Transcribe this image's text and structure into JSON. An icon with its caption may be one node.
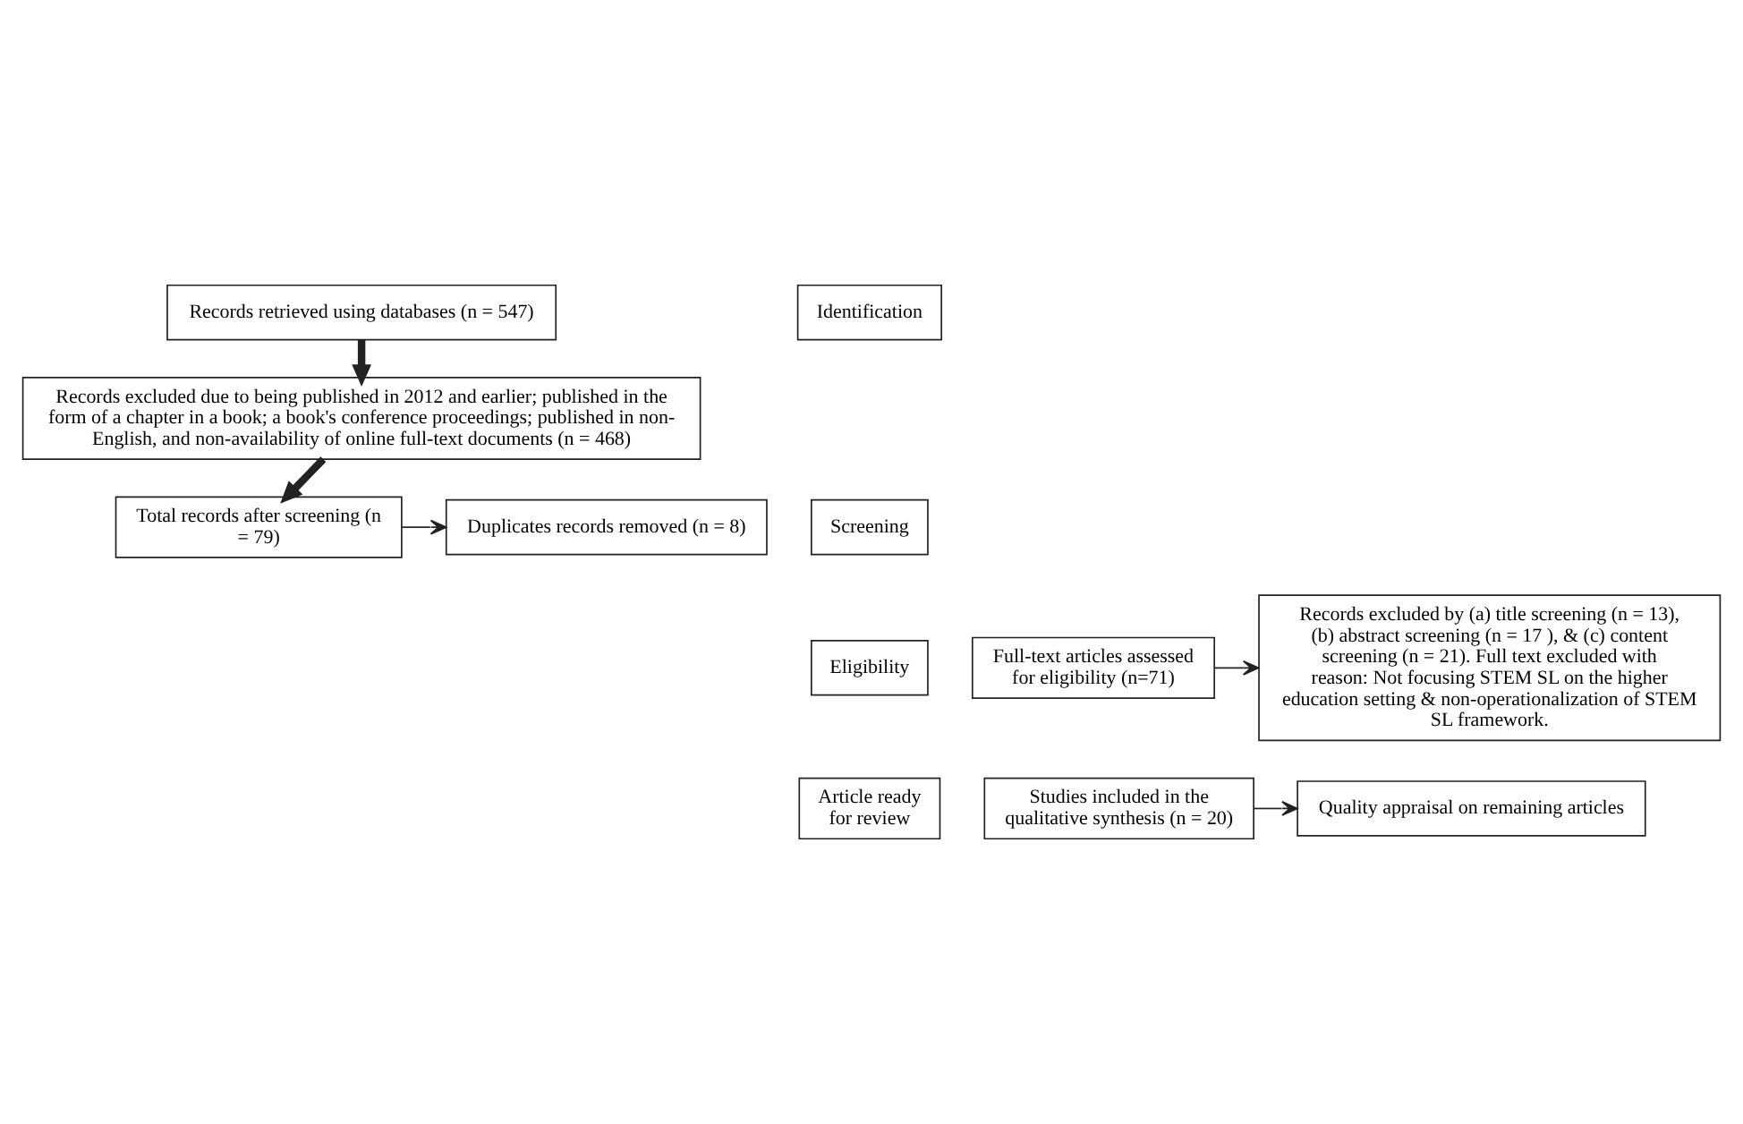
{
  "diagram": {
    "nodes": [
      {
        "text": [
          "Identification"
        ]
      },
      {
        "text": [
          "Records retrieved using databases (n = 547)"
        ]
      },
      {
        "text": [
          "Records excluded due to being published in 2012 and earlier; published in the form of a chapter in a book; a book's conference proceedings; published in non-English, and non-availability of online full-text documents (n = 468)"
        ]
      },
      {
        "text": [
          "Screening"
        ]
      },
      {
        "text": [
          "Total records after screening (n = 79)"
        ]
      },
      {
        "text": [
          "Duplicates records removed (n = 8)"
        ]
      },
      {
        "text": [
          "Eligibility"
        ]
      },
      {
        "text": [
          "Full-text articles assessed for eligibility (n=71)"
        ]
      },
      {
        "text": [
          "Records excluded by (a) title screening (n = 13), (b) abstract screening (n = 17 ), & (c) content screening (n = 21). Full text excluded with reason: Not focusing STEM SL on the higher education setting & non-operationalization of STEM SL framework."
        ]
      },
      {
        "text": [
          "Article ready for review"
        ]
      },
      {
        "text": [
          "Studies included in the qualitative synthesis (n = 20)"
        ]
      },
      {
        "text": [
          "Quality appraisal on remaining articles"
        ]
      }
    ],
    "edges": [
      {
        "from": 1,
        "to": 2,
        "arrow": "to",
        "style": "thick"
      },
      {
        "from": 2,
        "to": 4,
        "arrow": "to",
        "style": "thick"
      },
      {
        "from": 4,
        "to": 5,
        "arrow": "to"
      },
      {
        "from": 7,
        "to": 8,
        "arrow": "to"
      },
      {
        "from": 10,
        "to": 11,
        "arrow": "to"
      }
    ]
  }
}
